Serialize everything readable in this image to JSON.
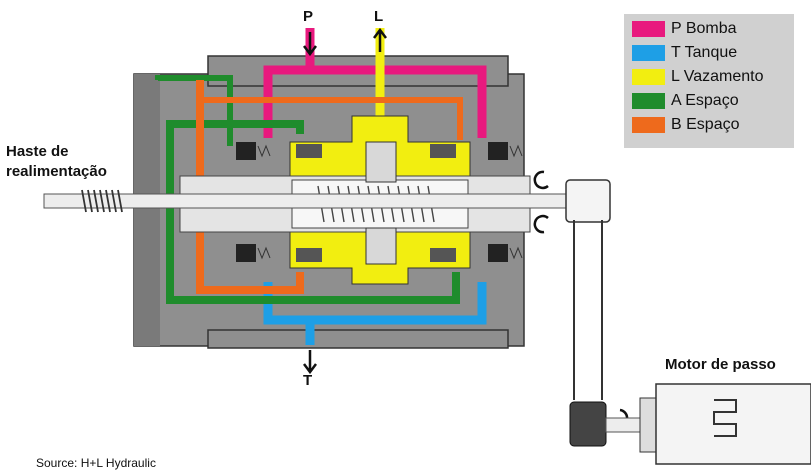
{
  "colors": {
    "pump": "#e8197e",
    "tank": "#1e9fe6",
    "leak": "#f2ee10",
    "a_space": "#1f8c2c",
    "b_space": "#ee6a1c",
    "body": "#8f8f8f",
    "body_light": "#c8c8c8"
  },
  "labels": {
    "feedback_rod": "Haste de realimentação",
    "stepper_motor": "Motor de passo",
    "source": "Source: H+L Hydraulic"
  },
  "ports": {
    "pump": "P",
    "leak": "L",
    "tank": "T"
  },
  "legend": [
    {
      "label": "P Bomba",
      "color": "#e8197e"
    },
    {
      "label": "T Tanque",
      "color": "#1e9fe6"
    },
    {
      "label": "L Vazamento",
      "color": "#f2ee10"
    },
    {
      "label": "A Espaço",
      "color": "#1f8c2c"
    },
    {
      "label": "B Espaço",
      "color": "#ee6a1c"
    }
  ]
}
